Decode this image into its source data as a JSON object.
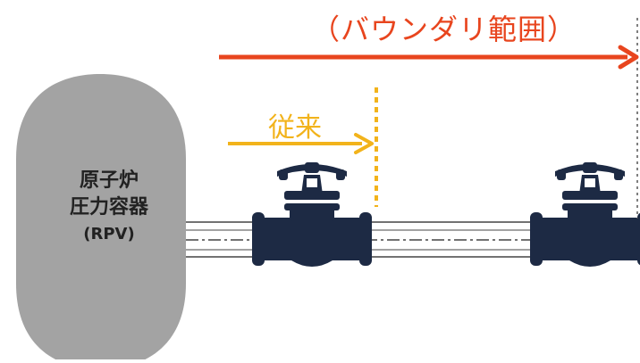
{
  "labels": {
    "boundary": "（バウンダリ範囲）",
    "conventional": "従来"
  },
  "rpv": {
    "line1": "原子炉",
    "line2": "圧力容器",
    "line3": "(RPV)"
  },
  "colors": {
    "boundary": "#e8451e",
    "conventional": "#f2b31b",
    "vessel": "#a3a3a3",
    "valve": "#1d2a44",
    "pipe": "#444444"
  }
}
